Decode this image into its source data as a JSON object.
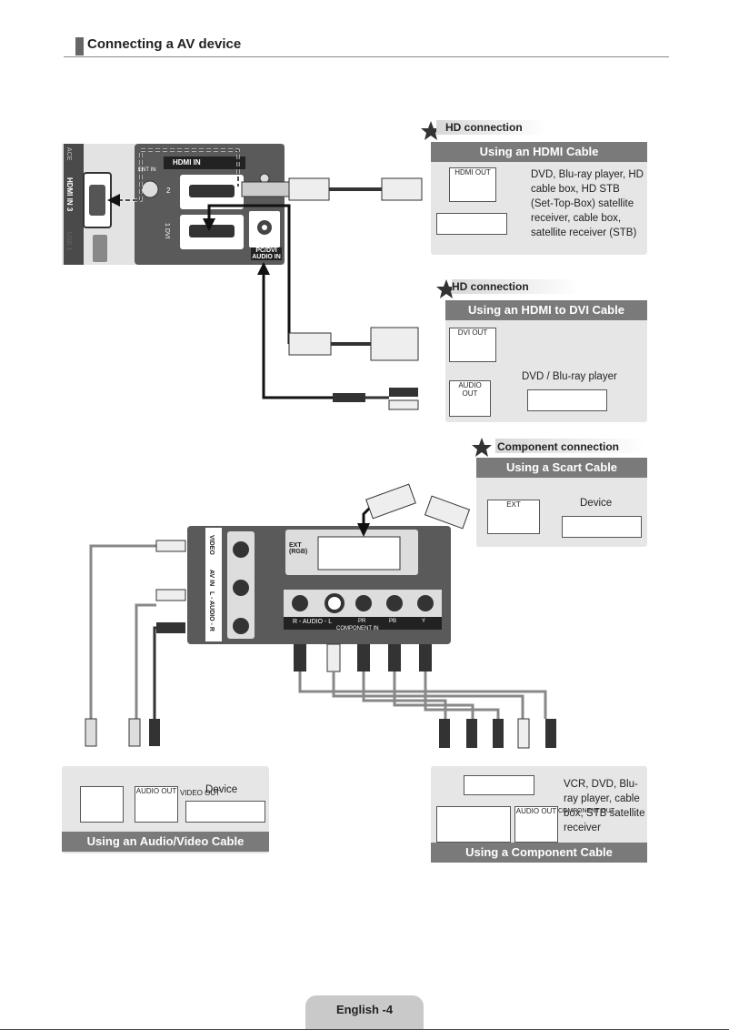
{
  "page": {
    "title": "Connecting a AV device",
    "footer": "English -4"
  },
  "hdmi": {
    "heading": "HD connection",
    "panel_title": "Using an HDMI Cable",
    "port_label": "HDMI OUT",
    "description": "DVD, Blu-ray player, HD cable box, HD STB (Set-Top-Box) satellite receiver, cable box, satellite receiver (STB)"
  },
  "hdmi_dvi": {
    "heading": "HD connection",
    "panel_title": "Using an HDMI to DVI Cable",
    "port_label": "DVI OUT",
    "audio_label": "AUDIO OUT",
    "description": "DVD / Blu-ray player"
  },
  "scart": {
    "heading": "Component connection",
    "panel_title": "Using a Scart Cable",
    "port_label": "EXT",
    "description": "Device"
  },
  "av": {
    "panel_title": "Using an Audio/Video Cable",
    "audio_label": "AUDIO OUT",
    "video_label": "VIDEO OUT",
    "description": "Device"
  },
  "component": {
    "panel_title": "Using a Component Cable",
    "audio_label": "AUDIO OUT",
    "component_label": "COMPONENT OUT",
    "description": "VCR, DVD, Blu-ray player, cable box, STB satellite receiver"
  },
  "tv_top": {
    "hdmi_in": "HDMI IN",
    "hdmi_in3": "HDMI IN 3",
    "port2": "2",
    "port1": "1 DVI",
    "pc_dvi": "PC/DVI AUDIO IN",
    "usb": "USB 1",
    "ace": "ACE",
    "ent_in": "ENT IN"
  },
  "tv_bottom": {
    "video": "VIDEO",
    "av_in": "AV IN",
    "audio_lr": "L - AUDIO - R",
    "ext": "EXT (RGB)",
    "audio_rl": "R - AUDIO - L",
    "component_in": "COMPONENT IN",
    "pr": "PR",
    "pb": "PB",
    "y": "Y"
  },
  "colors": {
    "panel_header": "#7a7a7a",
    "panel_bg": "#e6e6e6",
    "tv_panel": "#595959"
  }
}
